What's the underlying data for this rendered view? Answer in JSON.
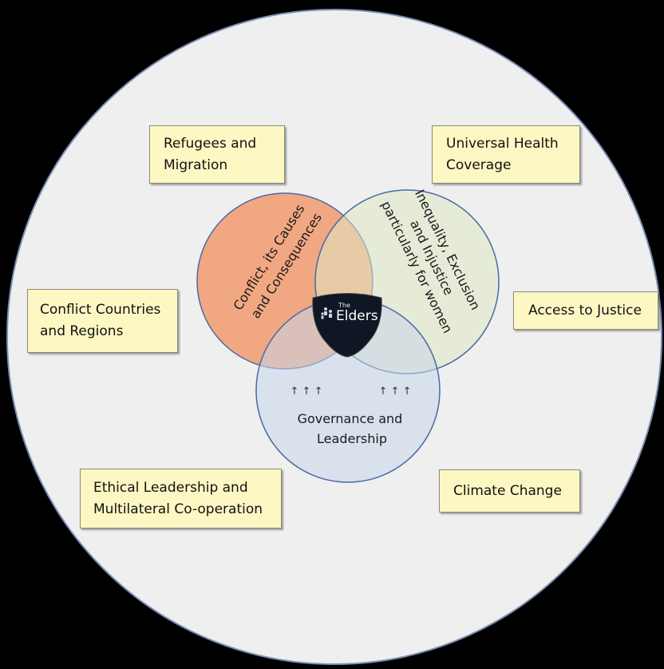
{
  "boxes": {
    "refugees": "Refugees and\nMigration",
    "health": "Universal Health\nCoverage",
    "conflict_countries": "Conflict Countries\nand Regions",
    "justice": "Access to Justice",
    "ethical": "Ethical Leadership and\nMultilateral Co-operation",
    "climate": "Climate Change"
  },
  "circles": {
    "conflict": [
      "Conflict, its Causes",
      "and Consequences"
    ],
    "inequality": [
      "Inequality, Exclusion",
      "and Injustice",
      "particularly for women"
    ],
    "governance": [
      "Governance and",
      "Leadership"
    ]
  },
  "logo": {
    "small": "The",
    "main": "Elders"
  },
  "arrows": {
    "left": "↑  ↑  ↑",
    "right": "↑  ↑  ↑"
  },
  "colors": {
    "outer_circle": "#efefef",
    "conflict_circle": "#f0a27a",
    "inequality_circle": "#dfe8c4",
    "governance_circle": "#c6d5ea",
    "box_fill": "#fdf7c3",
    "logo_fill": "#0f1724"
  }
}
